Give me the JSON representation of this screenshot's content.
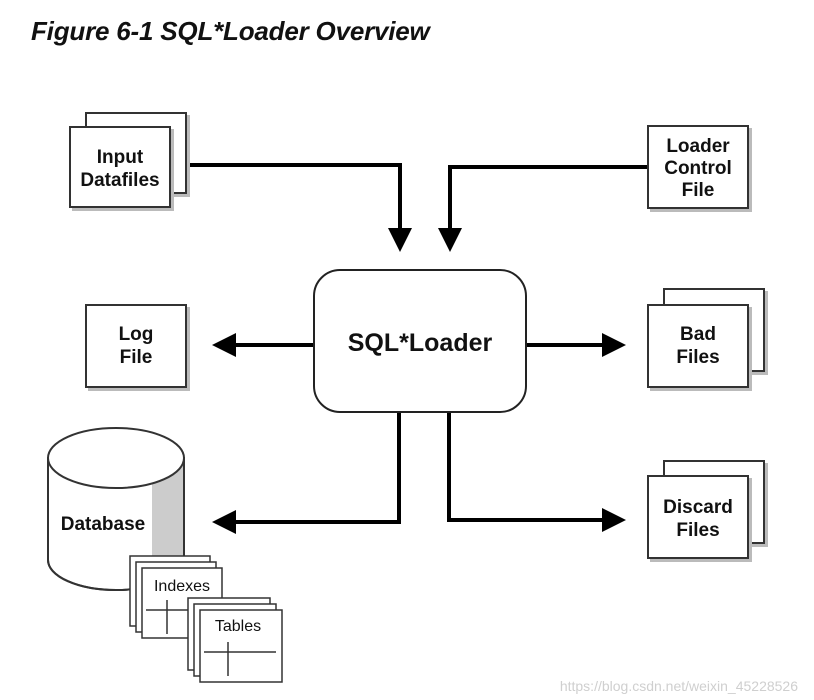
{
  "title": "Figure 6-1 SQL*Loader Overview",
  "nodes": {
    "input_datafiles": [
      "Input",
      "Datafiles"
    ],
    "loader_control_file": [
      "Loader",
      "Control",
      "File"
    ],
    "sql_loader": "SQL*Loader",
    "log_file": [
      "Log",
      "File"
    ],
    "bad_files": [
      "Bad",
      "Files"
    ],
    "database": "Database",
    "indexes": "Indexes",
    "tables": "Tables",
    "discard_files": [
      "Discard",
      "Files"
    ]
  },
  "watermark": "https://blog.csdn.net/weixin_45228526"
}
